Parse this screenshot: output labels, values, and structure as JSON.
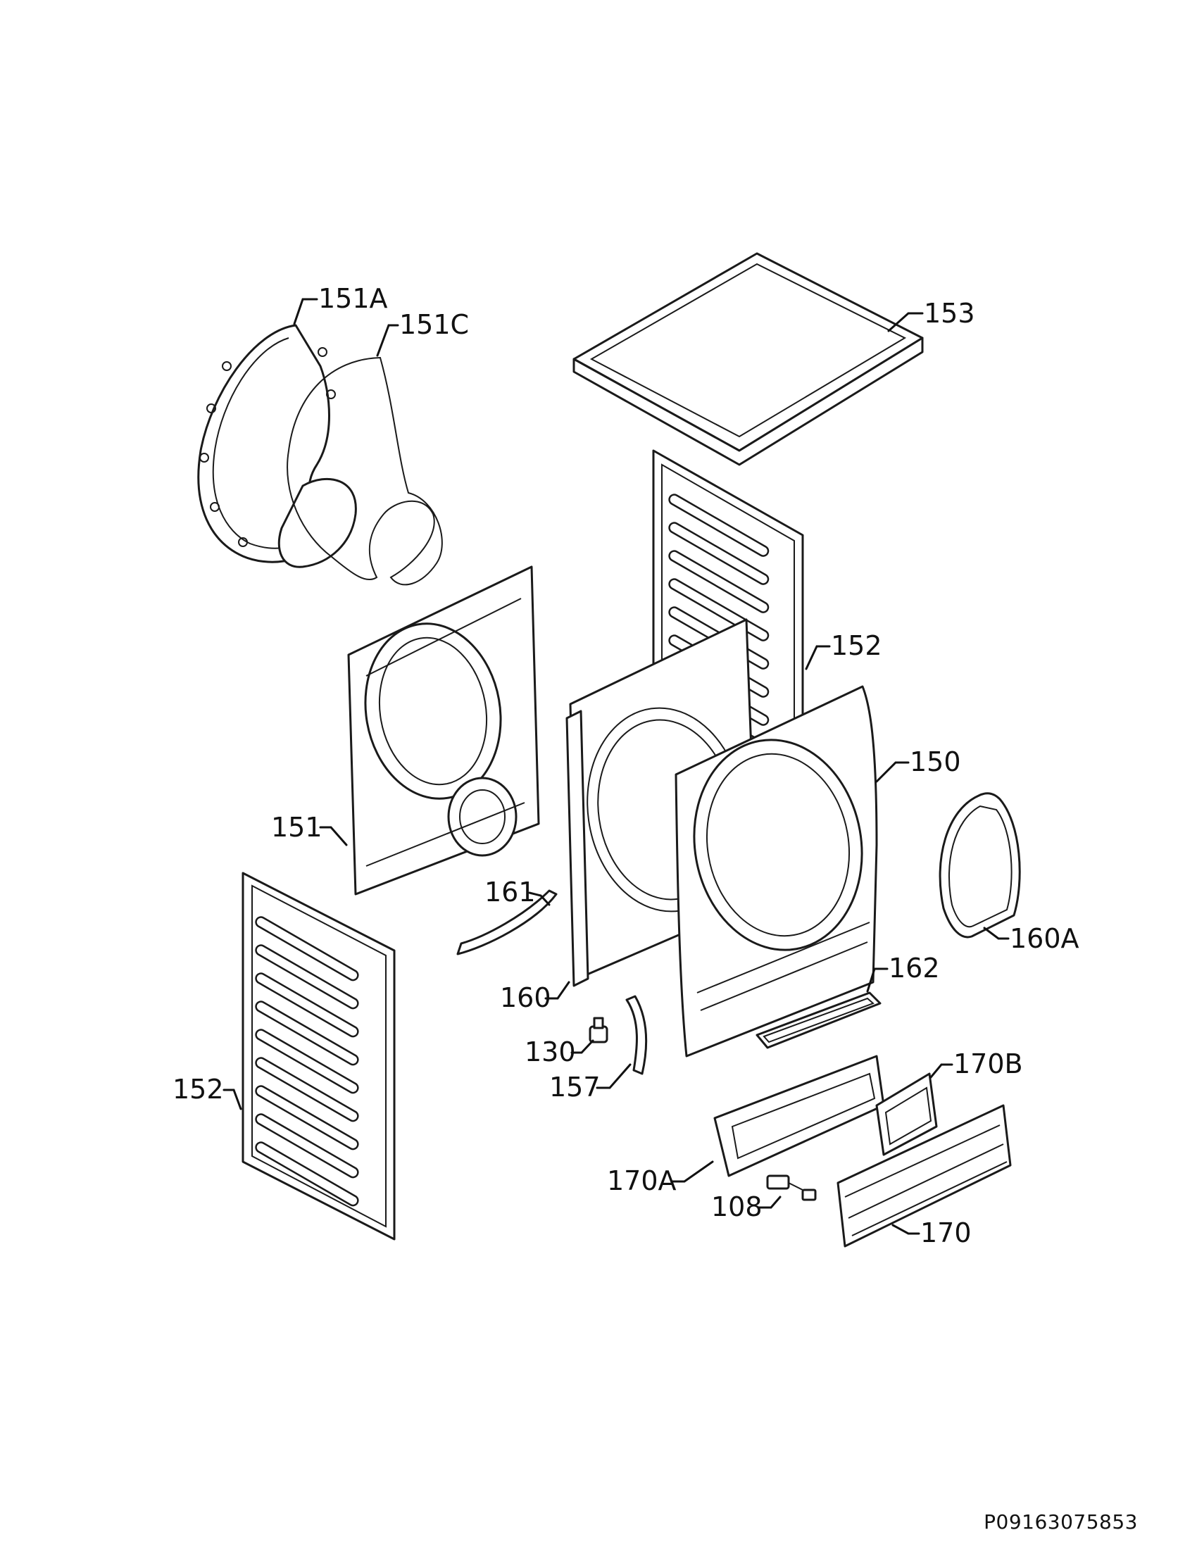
{
  "document_number": "P09163075853",
  "callouts": {
    "c151A": "151A",
    "c151C": "151C",
    "c153": "153",
    "c152_top": "152",
    "c150": "150",
    "c151": "151",
    "c161": "161",
    "c160A": "160A",
    "c162": "162",
    "c160": "160",
    "c130": "130",
    "c157": "157",
    "c152_bottom": "152",
    "c170B": "170B",
    "c170A": "170A",
    "c108": "108",
    "c170": "170"
  }
}
